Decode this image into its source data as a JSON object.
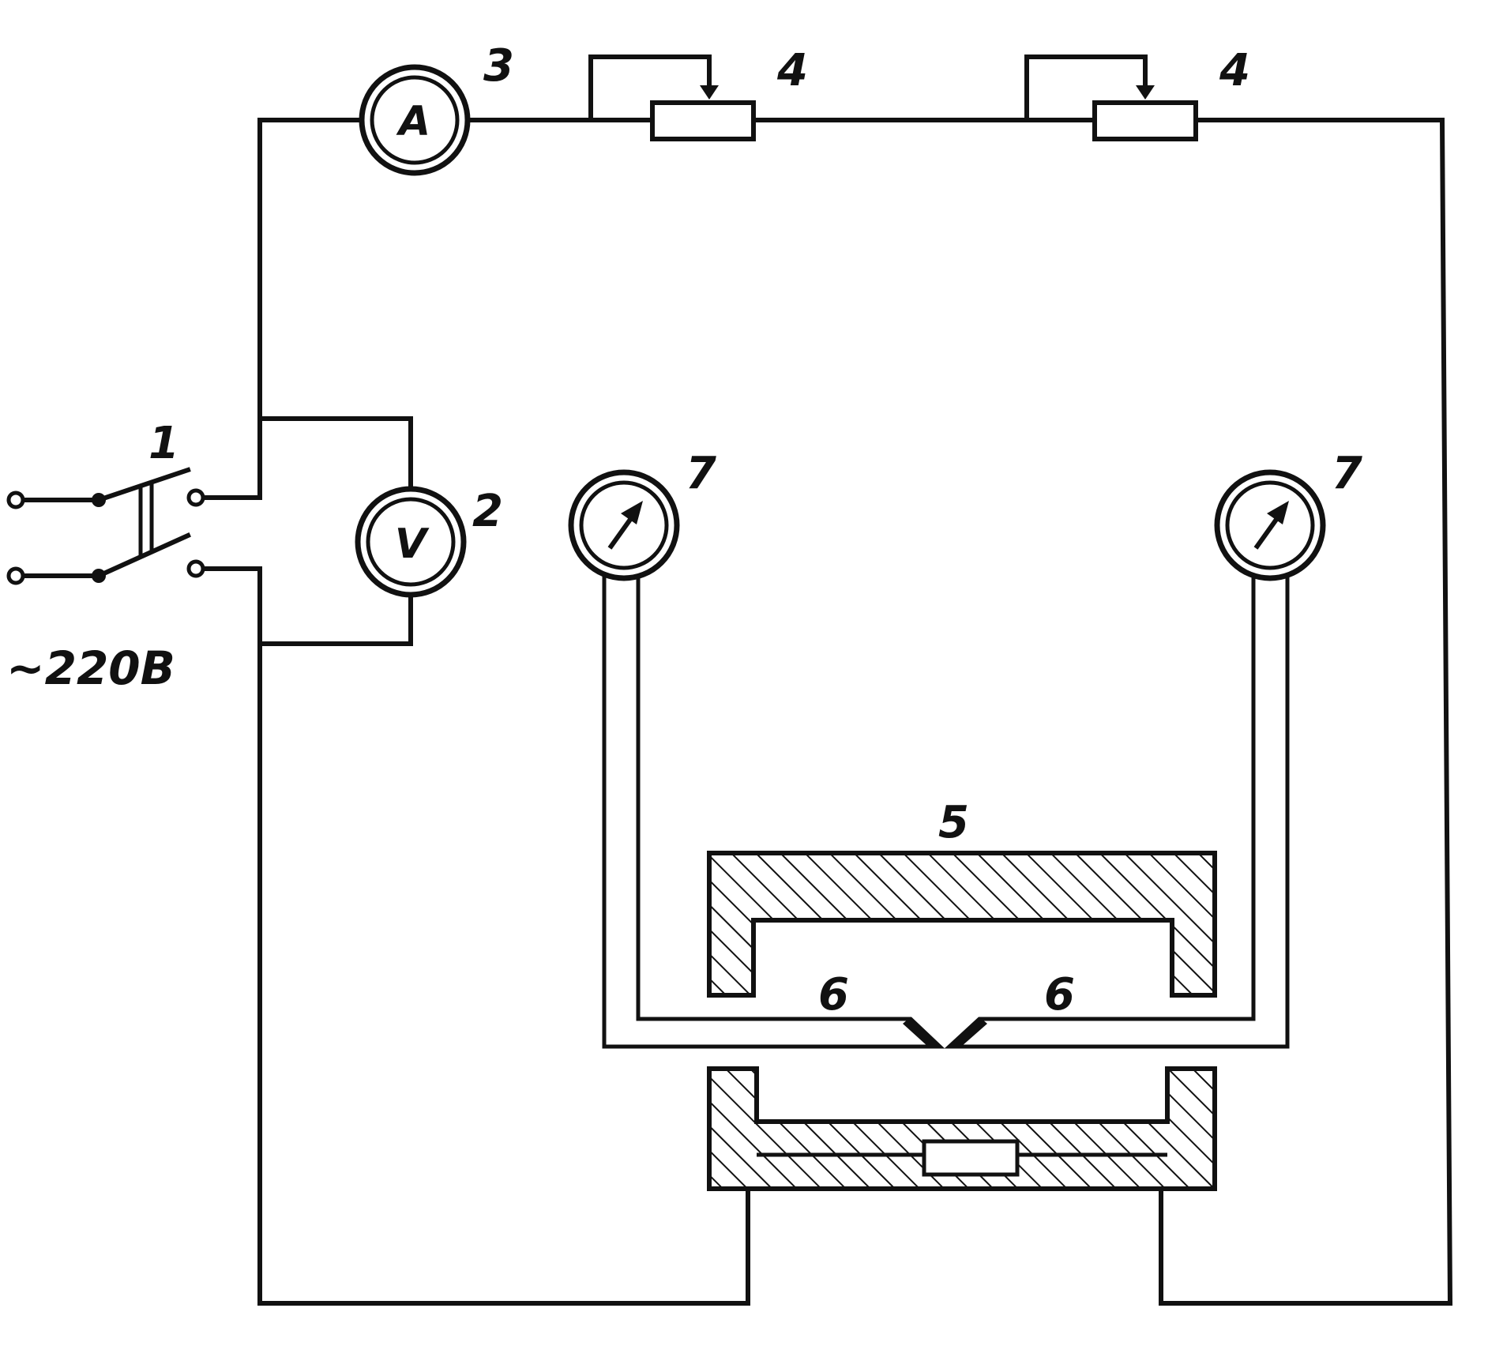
{
  "labels": {
    "switch": "1",
    "voltmeter": "2",
    "ammeter": "3",
    "rheostat_left": "4",
    "rheostat_right": "4",
    "mold": "5",
    "nozzle_left": "6",
    "nozzle_right": "6",
    "gauge_left": "7",
    "gauge_right": "7"
  },
  "meters": {
    "ammeter_symbol": "A",
    "voltmeter_symbol": "V"
  },
  "supply": {
    "voltage": "~220В"
  }
}
